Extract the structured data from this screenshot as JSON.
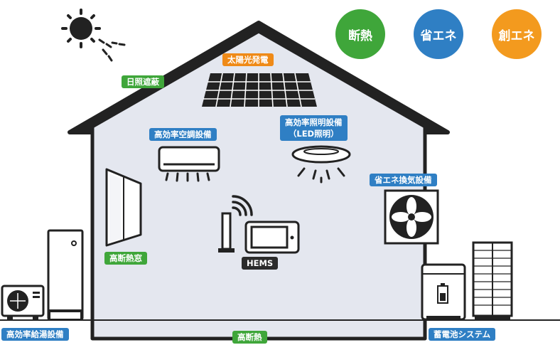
{
  "colors": {
    "green": "#3fa63a",
    "blue": "#2f7fc4",
    "orange": "#f39a1e",
    "house_fill": "#e4e7ef",
    "outline": "#222222"
  },
  "categories": [
    {
      "label": "断熱",
      "color": "#3fa63a"
    },
    {
      "label": "省エネ",
      "color": "#2f7fc4"
    },
    {
      "label": "創エネ",
      "color": "#f39a1e"
    }
  ],
  "labels": {
    "shade": "日照遮蔽",
    "solar": "太陽光発電",
    "aircon": "高効率空調設備",
    "lighting_line1": "高効率照明設備",
    "lighting_line2": "（LED照明）",
    "ventilation": "省エネ換気設備",
    "window": "高断熱窓",
    "hems": "HEMS",
    "water_heater": "高効率給湯設備",
    "insulation": "高断熱",
    "battery": "蓄電池システム"
  },
  "icons": [
    "sun-icon",
    "solar-panel-icon",
    "air-conditioner-icon",
    "ceiling-light-icon",
    "ventilation-fan-icon",
    "window-icon",
    "wifi-router-icon",
    "monitor-icon",
    "heat-pump-icon",
    "water-tank-icon",
    "battery-unit-icon",
    "battery-tower-icon"
  ]
}
